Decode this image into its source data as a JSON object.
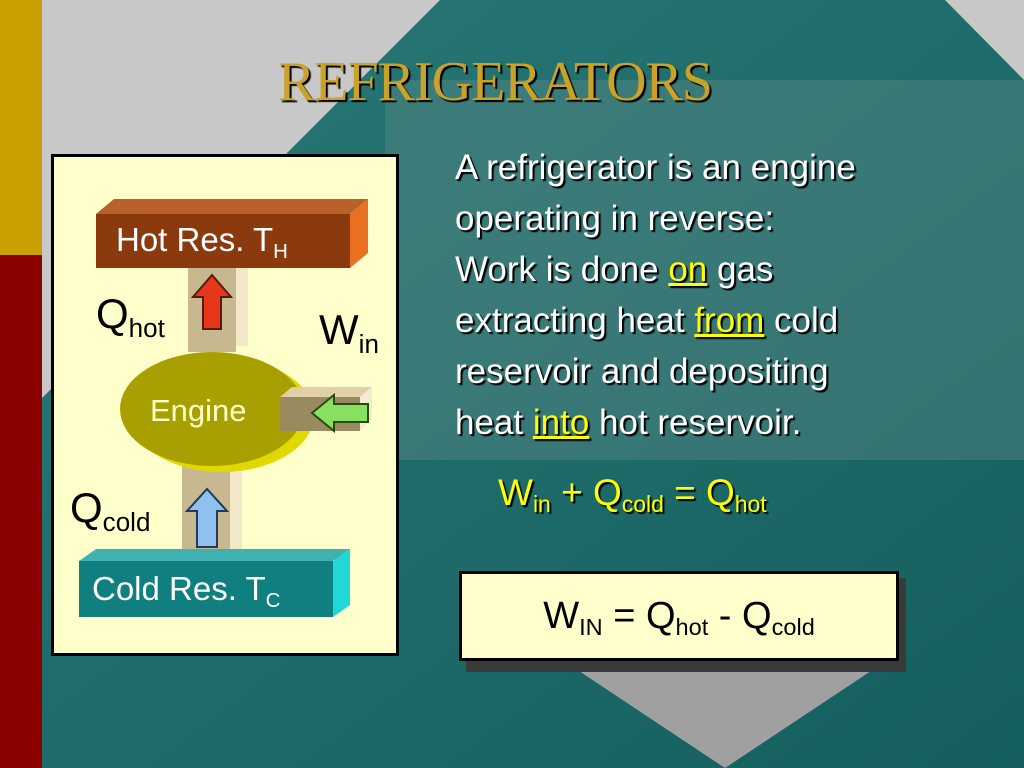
{
  "title": "REFRIGERATORS",
  "diagram": {
    "hot_res": "Hot Res. T",
    "hot_res_sub": "H",
    "cold_res": "Cold Res. T",
    "cold_res_sub": "C",
    "engine": "Engine",
    "q_hot_main": "Q",
    "q_hot_sub": "hot",
    "q_cold_main": "Q",
    "q_cold_sub": "cold",
    "w_in_main": "W",
    "w_in_sub": "in"
  },
  "body": {
    "line1": "A refrigerator is an engine",
    "line2": "operating in reverse:",
    "line3_pre": "Work is done ",
    "line3_hl": "on",
    "line3_post": " gas",
    "line4_pre": "extracting heat ",
    "line4_hl": "from",
    "line4_post": " cold",
    "line5": "reservoir and depositing",
    "line6_pre": "heat ",
    "line6_hl": "into",
    "line6_post": " hot reservoir."
  },
  "equation1": {
    "w": "W",
    "w_sub": "in",
    "plus": " + ",
    "q1": "Q",
    "q1_sub": "cold",
    "eq": " = ",
    "q2": "Q",
    "q2_sub": "hot"
  },
  "equation2": {
    "w": "W",
    "w_sub": "IN",
    "eq": " = ",
    "q1": "Q",
    "q1_sub": "hot",
    "minus": " - ",
    "q2": "Q",
    "q2_sub": "cold"
  },
  "colors": {
    "title": "#c9a227",
    "highlight": "#ffff00",
    "hot_reservoir": "#8b3a0e",
    "cold_reservoir": "#0f7f7f",
    "engine": "#a8a000",
    "hot_arrow": "#e8361c",
    "cold_arrow": "#8fc0f0",
    "work_arrow": "#88e060"
  }
}
